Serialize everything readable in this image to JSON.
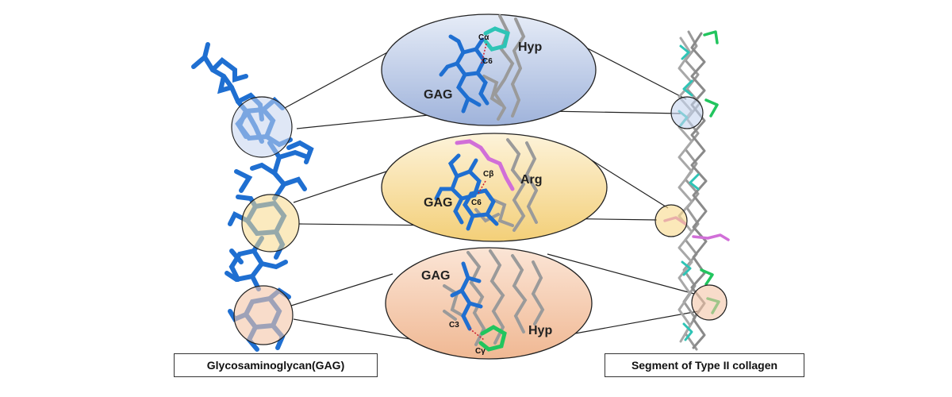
{
  "captions": {
    "left": "Glycosaminoglycan(GAG)",
    "right": "Segment of Type II collagen"
  },
  "panels": [
    {
      "id": "top",
      "gag_label": "GAG",
      "residue_label": "Hyp",
      "atom_a": "Cα",
      "atom_b": "C6",
      "fill": "#b9c8e4",
      "residue_color": "#2ec4b6"
    },
    {
      "id": "middle",
      "gag_label": "GAG",
      "residue_label": "Arg",
      "atom_a": "Cβ",
      "atom_b": "C6",
      "fill": "#f6d37a",
      "residue_color": "#d16fd8"
    },
    {
      "id": "bottom",
      "gag_label": "GAG",
      "residue_label": "Hyp",
      "atom_a": "C3",
      "atom_b": "Cγ",
      "fill": "#f3c5a6",
      "residue_color": "#22c55e"
    }
  ],
  "colors": {
    "gag": "#1f6fd1",
    "collagen": "#9a9a9a",
    "hyp_cyan": "#2ec4b6",
    "arg_magenta": "#d16fd8",
    "hyp_green": "#22c55e",
    "contact_line": "#cc2233"
  }
}
